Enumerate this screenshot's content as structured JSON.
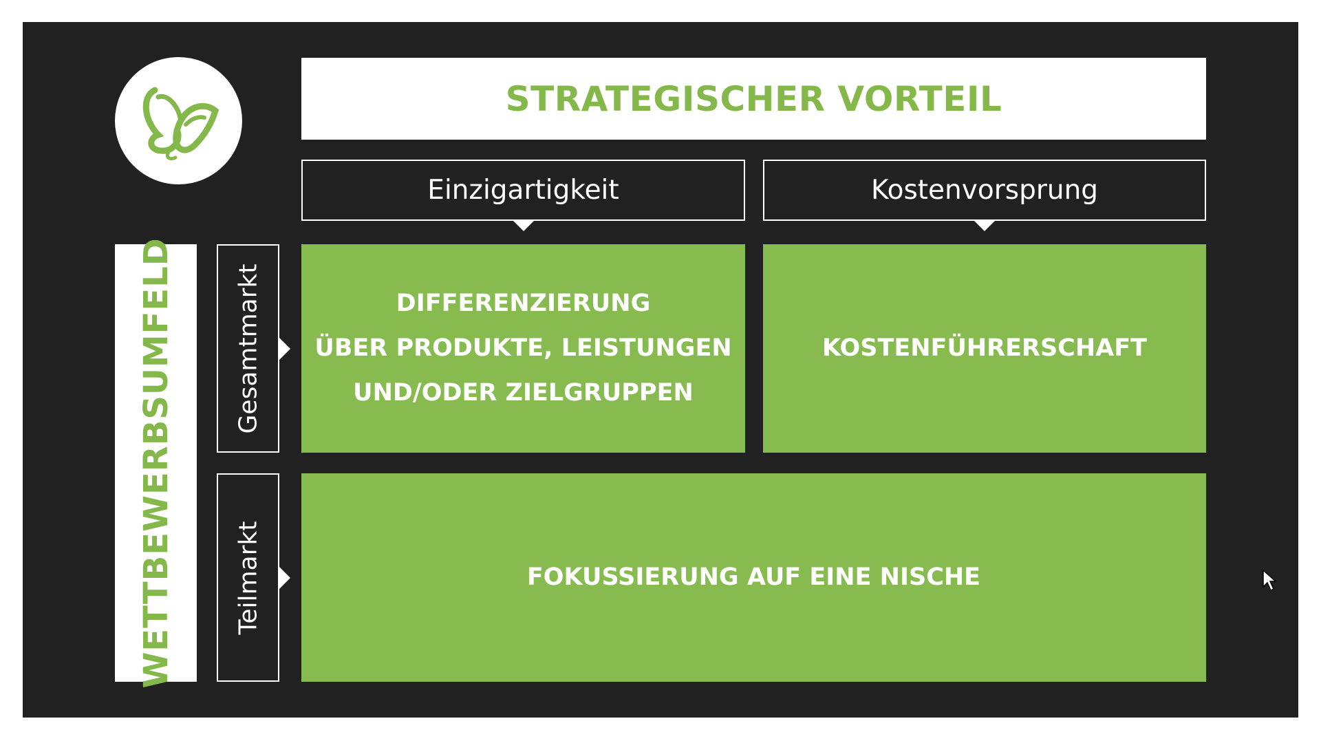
{
  "title": "STRATEGISCHER VORTEIL",
  "columns": {
    "left": "Einzigartigkeit",
    "right": "Kostenvorsprung"
  },
  "axis_label": "WETTBEWERBSUMFELD",
  "rows": {
    "top": "Gesamtmarkt",
    "bottom": "Teilmarkt"
  },
  "cells": {
    "differenzierung": {
      "line1": "DIFFERENZIERUNG",
      "line2": "ÜBER PRODUKTE, LEISTUNGEN",
      "line3": "UND/ODER ZIELGRUPPEN"
    },
    "kostenfuehrerschaft": "KOSTENFÜHRERSCHAFT",
    "fokussierung": "FOKUSSIERUNG AUF EINE NISCHE"
  },
  "colors": {
    "background": "#212121",
    "accent_green": "#87bb50",
    "text_green": "#84b84a",
    "white": "#ffffff"
  },
  "icons": {
    "logo": "butterfly-logo-icon",
    "cursor": "mouse-pointer-icon"
  }
}
